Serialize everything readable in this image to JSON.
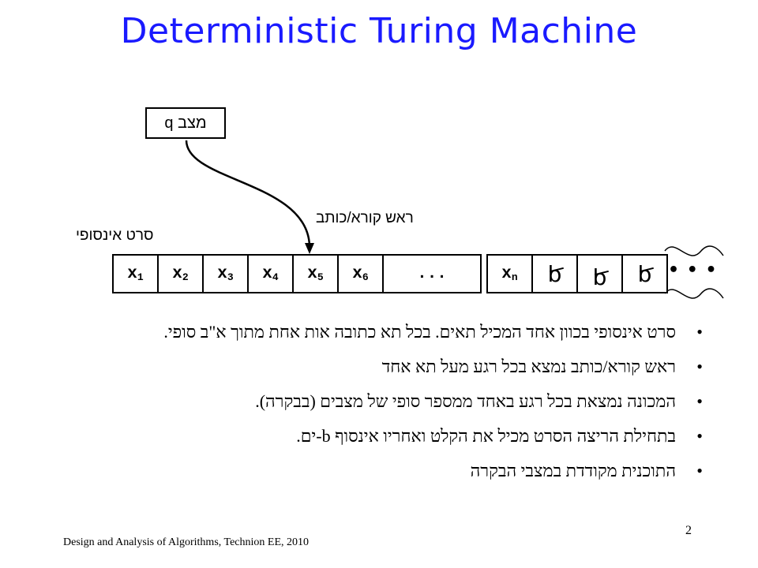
{
  "slide": {
    "title": "Deterministic Turing Machine",
    "state_label": "מצב q",
    "head_label": "ראש קורא/כותב",
    "tape_label": "סרט אינסופי",
    "tape_cells": [
      {
        "main": "x",
        "sub": "1"
      },
      {
        "main": "x",
        "sub": "2"
      },
      {
        "main": "x",
        "sub": "3"
      },
      {
        "main": "x",
        "sub": "4"
      },
      {
        "main": "x",
        "sub": "5"
      },
      {
        "main": "x",
        "sub": "6"
      },
      {
        "main": "...",
        "sub": ""
      },
      {
        "main": "x",
        "sub": "n"
      }
    ],
    "blank_symbol": "b",
    "tape_continuation": "• • •",
    "bullets": [
      "סרט אינסופי בכוון אחד המכיל תאים. בכל תא כתובה אות אחת מתוך א\"ב סופי.",
      "ראש קורא/כותב נמצא בכל רגע מעל תא אחד",
      "המכונה נמצאת בכל רגע באחד ממספר סופי של מצבים (בבקרה).",
      "בתחילת הריצה הסרט מכיל את הקלט ואחריו אינסוף b-ים.",
      "התוכנית מקודדת במצבי הבקרה"
    ],
    "footer": "Design and Analysis of Algorithms, Technion EE, 2010",
    "page_number": "2"
  }
}
